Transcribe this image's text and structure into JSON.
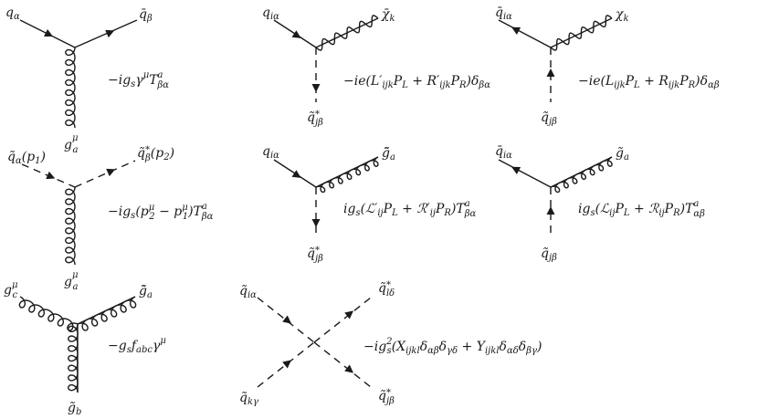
{
  "figure": "Feynman rules (vertices) for squark / gluino / neutralino interactions",
  "vertices": [
    {
      "id": "q-qbar-g",
      "legs": [
        "q_α",
        "q̄_β",
        "g^μ_a"
      ],
      "coupling": "−i g_s γ^μ T^a_{βα}"
    },
    {
      "id": "q-chibar-sq",
      "legs": [
        "q_{iα}",
        "χ̄_k",
        "q̃*_{jβ}"
      ],
      "coupling": "−i e (L′_{ijk} P_L + R′_{ijk} P_R) δ_{βα}"
    },
    {
      "id": "qbar-chi-sq",
      "legs": [
        "q̄_{iα}",
        "χ_k",
        "q̃_{jβ}"
      ],
      "coupling": "−i e (L_{ijk} P_L + R_{ijk} P_R) δ_{αβ}"
    },
    {
      "id": "sq-sq-g",
      "legs": [
        "q̃_α(p_1)",
        "q̃*_β(p_2)",
        "g^μ_a"
      ],
      "coupling": "−i g_s (p^μ_2 − p^μ_1) T^a_{βα}"
    },
    {
      "id": "q-gluinobar-sq",
      "legs": [
        "q_{iα}",
        "g̃̄_a",
        "q̃*_{jβ}"
      ],
      "coupling": "i g_s (ℒ′_{ij} P_L + ℛ′_{ij} P_R) T^a_{βα}"
    },
    {
      "id": "qbar-gluino-sq",
      "legs": [
        "q̄_{iα}",
        "g̃_a",
        "q̃_{jβ}"
      ],
      "coupling": "i g_s (ℒ_{ij} P_L + ℛ_{ij} P_R) T^a_{αβ}"
    },
    {
      "id": "g-gluino-gluino",
      "legs": [
        "g^μ_c",
        "g̃̄_a",
        "g̃_b"
      ],
      "coupling": "−g_s f_{abc} γ^μ"
    },
    {
      "id": "four-squark",
      "legs": [
        "q̃_{iα}",
        "q̃*_{lδ}",
        "q̃_{kγ}",
        "q̃*_{jβ}"
      ],
      "coupling": "−i g²_s (X_{ijkl} δ_{αβ} δ_{γδ} + Y_{ijkl} δ_{αδ} δ_{βγ})"
    }
  ]
}
